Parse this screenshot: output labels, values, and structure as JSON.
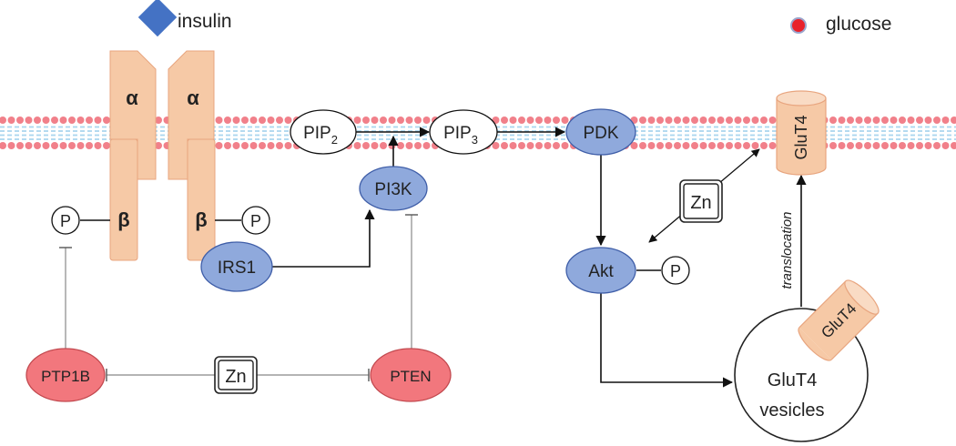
{
  "legend": {
    "insulin": "insulin",
    "glucose": "glucose"
  },
  "receptor": {
    "alpha_left": "α",
    "alpha_right": "α",
    "beta_left": "β",
    "beta_right": "β",
    "phospho_left": "P",
    "phospho_right": "P"
  },
  "nodes": {
    "irs1": "IRS1",
    "pi3k": "PI3K",
    "pip2_main": "PIP",
    "pip2_sub": "2",
    "pip3_main": "PIP",
    "pip3_sub": "3",
    "pdk": "PDK",
    "akt": "Akt",
    "akt_phospho": "P",
    "ptp1b": "PTP1B",
    "pten": "PTEN",
    "zn_left": "Zn",
    "zn_right": "Zn",
    "glut4_membrane": "GluT4",
    "glut4_vesicle_cyl": "GluT4",
    "vesicle_line1": "GluT4",
    "vesicle_line2": "vesicles",
    "translocation": "translocation"
  },
  "colors": {
    "receptor": "#f6c9a6",
    "receptor_stroke": "#e8a57f",
    "blue_node": "#8fa9dc",
    "blue_stroke": "#3f5ea8",
    "red_node": "#f2777d",
    "red_stroke": "#c2494f",
    "insulin": "#4472c4",
    "glucose": "#e8212b",
    "membrane_dot": "#f1808a",
    "membrane_line": "#a9d5ee"
  }
}
